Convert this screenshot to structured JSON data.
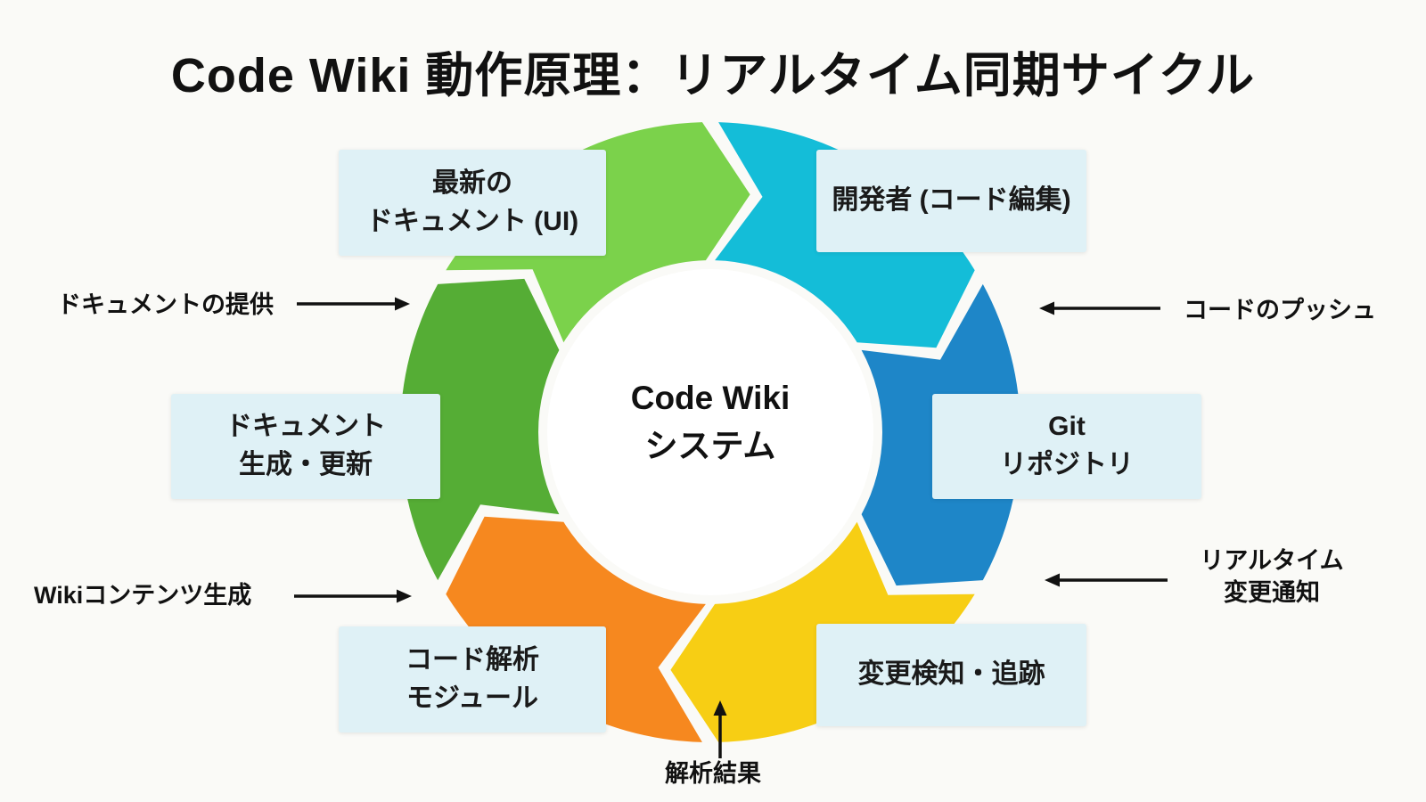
{
  "title": "Code Wiki 動作原理：リアルタイム同期サイクル",
  "center": {
    "line1": "Code Wiki",
    "line2": "システム"
  },
  "colors": {
    "background": "#fafaf7",
    "box_bg": "#dff1f6",
    "hub_fill": "#ffffff",
    "text": "#1a1a1a",
    "arrow": "#111111"
  },
  "cycle": {
    "direction": "clockwise",
    "segments": [
      {
        "id": "developer",
        "color": "#14bdd8",
        "label_lines": [
          "開発者 (コード編集)",
          ""
        ]
      },
      {
        "id": "git-repository",
        "color": "#1e86c8",
        "label_lines": [
          "Git",
          "リポジトリ"
        ]
      },
      {
        "id": "change-detection",
        "color": "#f7ce14",
        "label_lines": [
          "変更検知・追跡",
          ""
        ]
      },
      {
        "id": "code-analysis",
        "color": "#f6881f",
        "label_lines": [
          "コード解析",
          "モジュール"
        ]
      },
      {
        "id": "doc-generation",
        "color": "#55ad35",
        "label_lines": [
          "ドキュメント",
          "生成・更新"
        ]
      },
      {
        "id": "latest-docs",
        "color": "#7bd24b",
        "label_lines": [
          "最新の",
          "ドキュメント (UI)"
        ]
      }
    ]
  },
  "annotations": [
    {
      "id": "doc-delivery",
      "text_lines": [
        "ドキュメントの提供",
        ""
      ],
      "arrow_direction": "right"
    },
    {
      "id": "code-push",
      "text_lines": [
        "コードのプッシュ",
        ""
      ],
      "arrow_direction": "left"
    },
    {
      "id": "realtime-notify",
      "text_lines": [
        "リアルタイム",
        "変更通知"
      ],
      "arrow_direction": "left"
    },
    {
      "id": "wiki-content",
      "text_lines": [
        "Wikiコンテンツ生成",
        ""
      ],
      "arrow_direction": "right"
    },
    {
      "id": "analysis-result",
      "text_lines": [
        "解析結果",
        ""
      ],
      "arrow_direction": "up"
    }
  ]
}
